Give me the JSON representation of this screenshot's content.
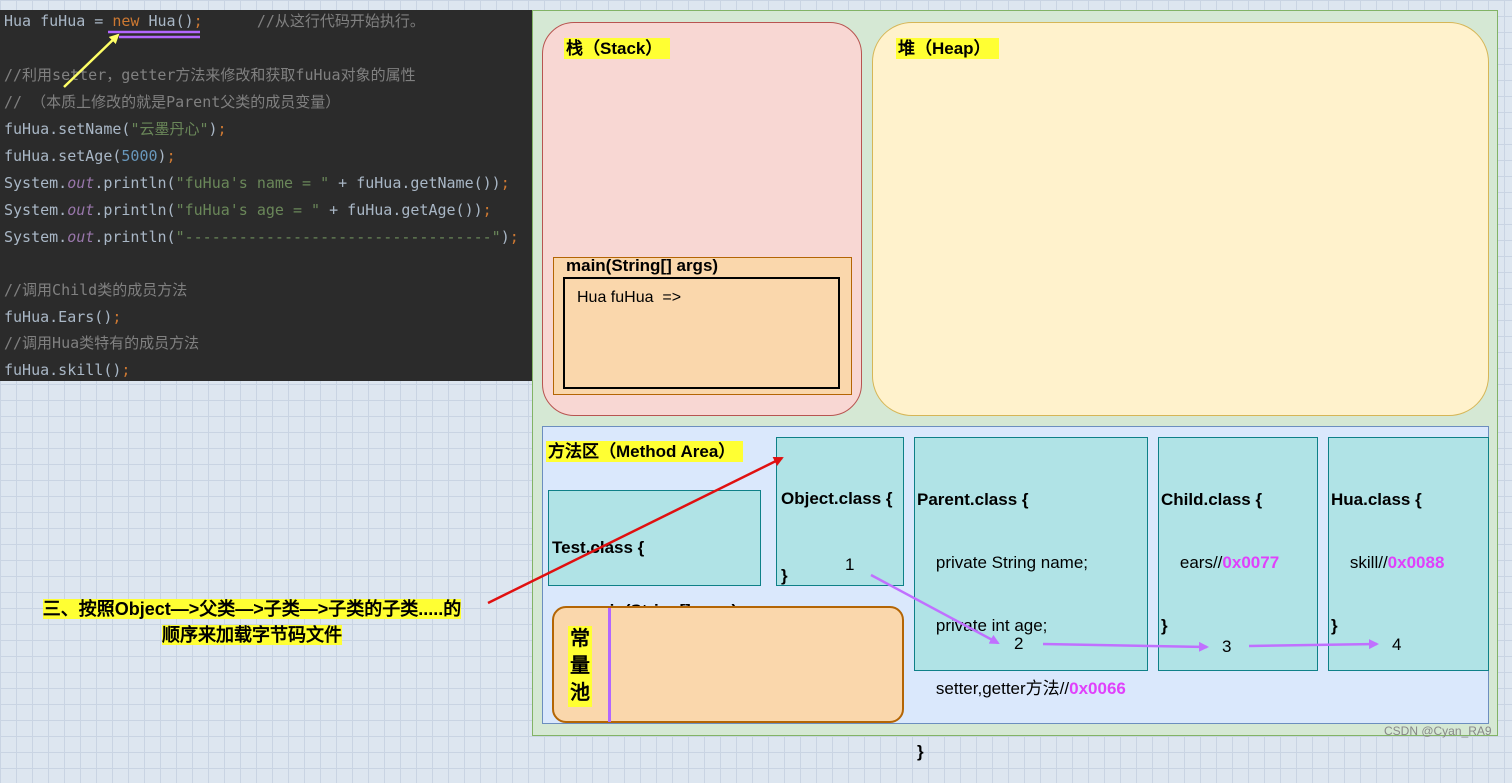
{
  "code": {
    "line1_a": "Hua fuHua = ",
    "line1_new": "new",
    "line1_b": " Hua()",
    "line1_semi": ";",
    "line1_comment": "//从这行代码开始执行。",
    "line3": "//利用setter，getter方法来修改和获取fuHua对象的属性",
    "line4": "// （本质上修改的就是Parent父类的成员变量）",
    "line5_a": "fuHua.setName(",
    "line5_str": "\"云墨丹心\"",
    "line5_b": ")",
    "line5_semi": ";",
    "line6_a": "fuHua.setAge(",
    "line6_num": "5000",
    "line6_b": ")",
    "line6_semi": ";",
    "sys": "System.",
    "out": "out",
    "println": ".println(",
    "line7_str": "\"fuHua's name = \"",
    "line7_b": " + fuHua.getName())",
    "line8_str": "\"fuHua's age = \"",
    "line8_b": " + fuHua.getAge())",
    "line9_str": "\"----------------------------------\"",
    "line9_b": ")",
    "semi": ";",
    "line11": "//调用Child类的成员方法",
    "line12_a": "fuHua.Ears()",
    "line12_semi": ";",
    "line13": "//调用Hua类特有的成员方法",
    "line14_a": "fuHua.skill()",
    "line14_semi": ";"
  },
  "stack": {
    "title": "栈（Stack）",
    "frame_title": "main(String[] args)",
    "frame_content": "Hua fuHua  =>"
  },
  "heap": {
    "title": "堆（Heap）"
  },
  "method_area": {
    "title": "方法区（Method Area）",
    "test_class": {
      "line1": "Test.class {",
      "line2": "       main(String[] args);",
      "line3": "}"
    },
    "object_class": {
      "line1": "Object.class {",
      "line2": "}",
      "number": "1"
    },
    "parent_class": {
      "line1": "Parent.class {",
      "line2": "    private String name;",
      "line3": "    private int age;",
      "line4": "    setter,getter方法//",
      "addr": "0x0066",
      "line5": "}",
      "number": "2"
    },
    "child_class": {
      "line1": "Child.class {",
      "line2": "    ears//",
      "addr": "0x0077",
      "line3": "}",
      "number": "3"
    },
    "hua_class": {
      "line1": "Hua.class {",
      "line2": "    skill//",
      "addr": "0x0088",
      "line3": "}",
      "number": "4"
    },
    "constant_pool": {
      "label": "常量池"
    }
  },
  "note": {
    "line1": "三、按照Object—>父类—>子类—>子类的子类.....的",
    "line2": "顺序来加载字节码文件"
  },
  "watermark": "CSDN @Cyan_RA9",
  "colors": {
    "code_bg": "#2b2b2b",
    "highlight": "#ffff33",
    "address": "#e040fb",
    "red_arrow": "#e01010",
    "purple_arrow": "#c070ff",
    "yellow_arrow": "#ffff66"
  }
}
